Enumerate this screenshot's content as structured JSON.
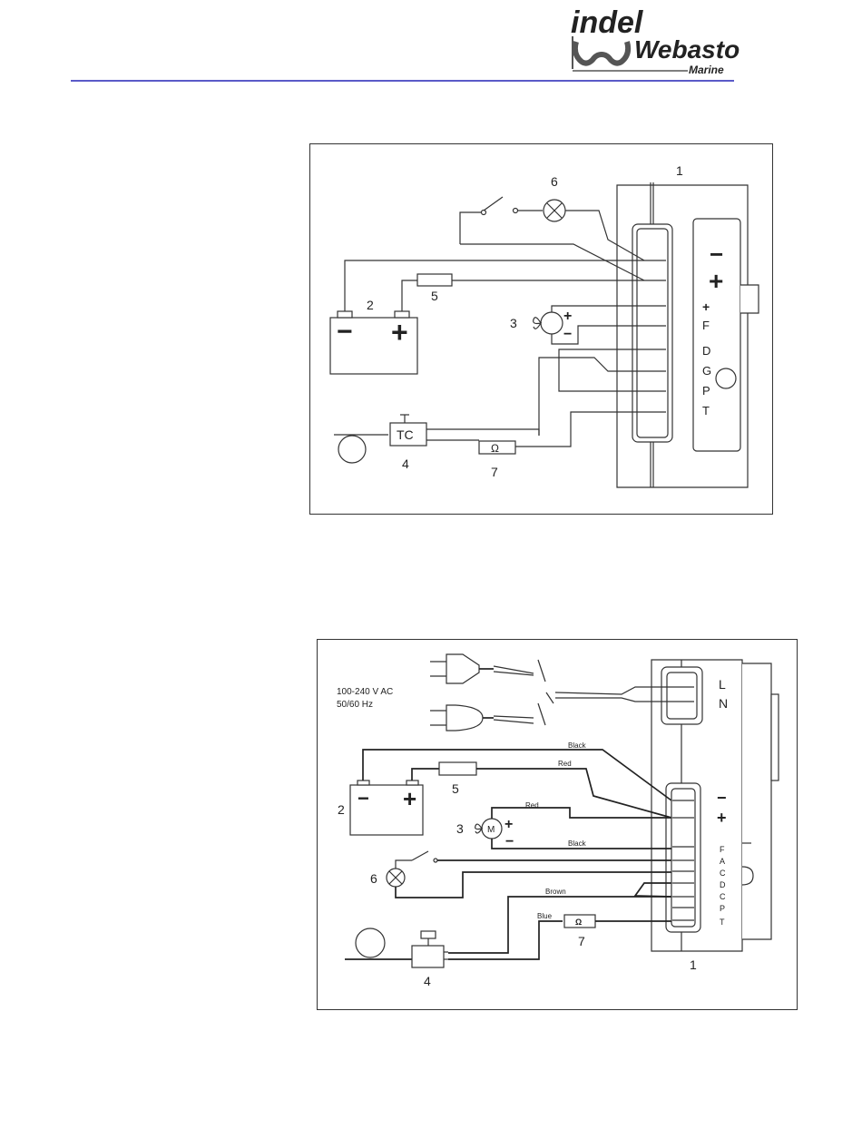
{
  "brand": {
    "line1": "indel",
    "line2": "Webasto",
    "line3": "Marine"
  },
  "colors": {
    "rule": "#5a5ac8",
    "ink": "#222222"
  },
  "diagram1": {
    "callouts": {
      "n1": "1",
      "n2": "2",
      "n3": "3",
      "n4": "4",
      "n5": "5",
      "n6": "6",
      "n7": "7"
    },
    "minus": "−",
    "plus": "+",
    "fan_plus": "+",
    "fan_minus": "−",
    "tc": "TC",
    "ohm": "Ω",
    "terminals": [
      "+",
      "F",
      "D",
      "G",
      "P",
      "T"
    ]
  },
  "diagram2": {
    "supply_voltage": "100-240 V AC",
    "supply_freq": "50/60 Hz",
    "L": "L",
    "N": "N",
    "wires": {
      "black_top": "Black",
      "red_top": "Red",
      "red_fan": "Red",
      "black_fan": "Black",
      "brown": "Brown",
      "blue": "Blue"
    },
    "callouts": {
      "n1": "1",
      "n2": "2",
      "n3": "3",
      "n4": "4",
      "n5": "5",
      "n6": "6",
      "n7": "7"
    },
    "minus": "−",
    "plus": "+",
    "fan_M": "M",
    "ohm": "Ω",
    "terminals": [
      "F",
      "A",
      "C",
      "D",
      "C",
      "P",
      "T"
    ]
  }
}
